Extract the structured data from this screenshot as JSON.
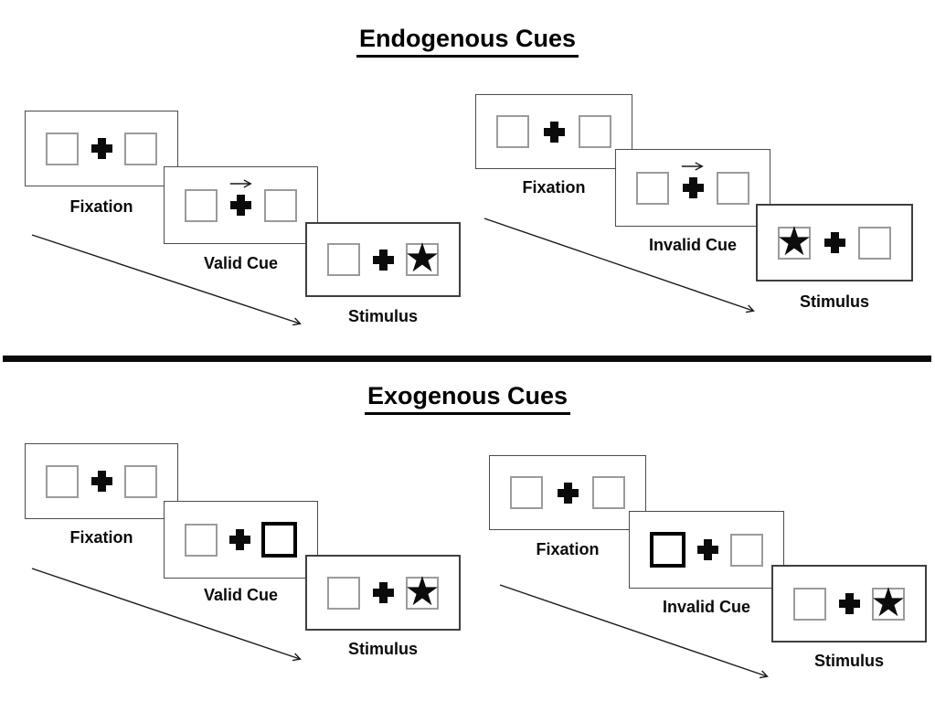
{
  "sections": [
    {
      "title": "Endogenous Cues",
      "groups": [
        {
          "name": "valid-trial",
          "panels": [
            {
              "label": "Fixation"
            },
            {
              "label": "Valid Cue"
            },
            {
              "label": "Stimulus"
            }
          ]
        },
        {
          "name": "invalid-trial",
          "panels": [
            {
              "label": "Fixation"
            },
            {
              "label": "Invalid Cue"
            },
            {
              "label": "Stimulus"
            }
          ]
        }
      ]
    },
    {
      "title": "Exogenous Cues",
      "groups": [
        {
          "name": "valid-trial",
          "panels": [
            {
              "label": "Fixation"
            },
            {
              "label": "Valid Cue"
            },
            {
              "label": "Stimulus"
            }
          ]
        },
        {
          "name": "invalid-trial",
          "panels": [
            {
              "label": "Fixation"
            },
            {
              "label": "Invalid Cue"
            },
            {
              "label": "Stimulus"
            }
          ]
        }
      ]
    }
  ],
  "glyphs": {
    "star": "★"
  },
  "colors": {
    "background": "#ffffff",
    "ink": "#000000",
    "panel_border": "#4c4c4c",
    "square_border": "#9b9b9b",
    "highlight_square_border": "#000000"
  }
}
